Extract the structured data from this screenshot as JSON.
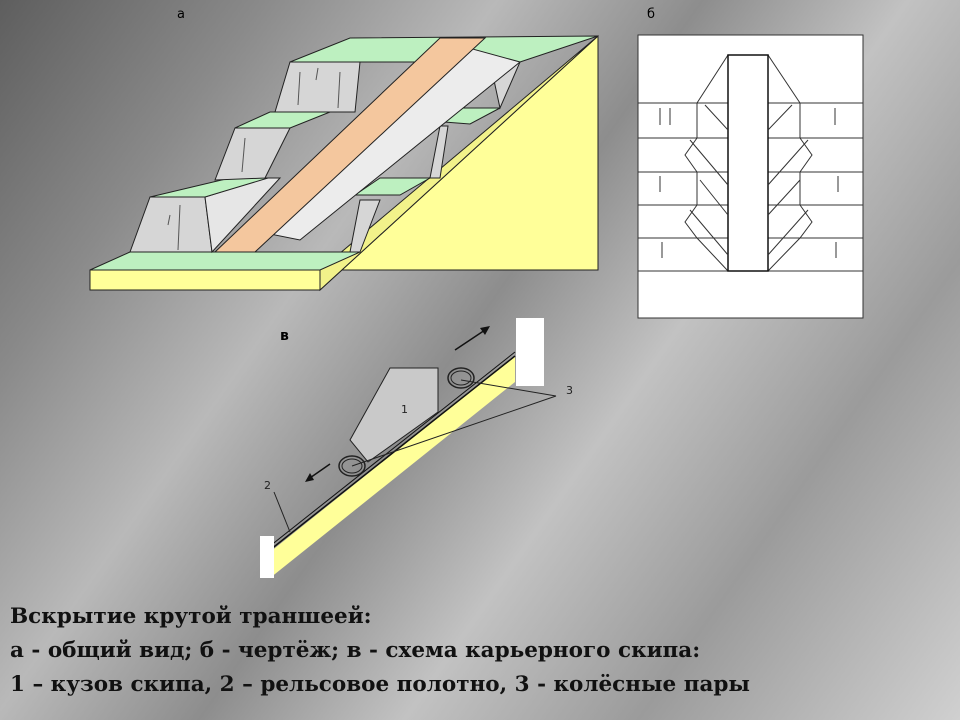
{
  "figure_labels": {
    "a": "а",
    "b": "б",
    "v": "в"
  },
  "callouts": {
    "one": "1",
    "two": "2",
    "three": "3"
  },
  "caption": {
    "line1": "Вскрытие крутой траншеей:",
    "line2": "а - общий вид; б - чертёж;  в - схема карьерного скипа:",
    "line3": "1 – кузов скипа, 2 – рельсовое полотно, 3 - колёсные пары"
  },
  "colors": {
    "bench_top": "#bdf0c0",
    "slope_face": "#d6d6d6",
    "body_side": "#ffff99",
    "ramp": "#f4c79e",
    "drawing_bg": "#ffffff"
  }
}
